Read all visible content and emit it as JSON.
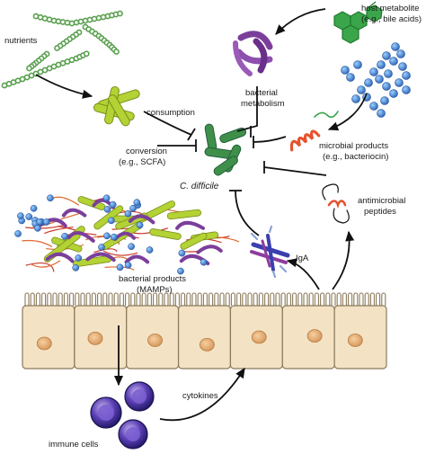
{
  "labels": {
    "nutrients": "nutrients",
    "host_metabolite_line1": "host metabolite",
    "host_metabolite_line2": "(e.g., bile acids)",
    "bacterial_metabolism_line1": "bacterial",
    "bacterial_metabolism_line2": "metabolism",
    "consumption": "consumption",
    "conversion_line1": "conversion",
    "conversion_line2": "(e.g., SCFA)",
    "c_difficile": "C. difficile",
    "microbial_products_line1": "microbial products",
    "microbial_products_line2": "(e.g., bacteriocin)",
    "antimicrobial_line1": "antimicrobial",
    "antimicrobial_line2": "peptides",
    "iga": "IgA",
    "bacterial_products_line1": "bacterial products",
    "bacterial_products_line2": "(MAMPs)",
    "cytokines": "cytokines",
    "immune_cells": "immune cells"
  },
  "colors": {
    "nutrient_bead": "#7cc26a",
    "commensal_rod": "#b3d234",
    "c_difficile_rod": "#3f8f4a",
    "metabolism_bacteria": "#7b3f9b",
    "bacteriocin_cluster": "#3f77c4",
    "bacteriocin_helix": "#e5532e",
    "iga_blue": "#3a3fb0",
    "iga_purple": "#8d3d9d",
    "epithelium_fill": "#f3e3c4",
    "epithelium_border": "#8a7a5a",
    "nucleus": "#e3b07a",
    "immune_cell": "#6a3fb0",
    "bile_acid": "#3aa54a"
  }
}
